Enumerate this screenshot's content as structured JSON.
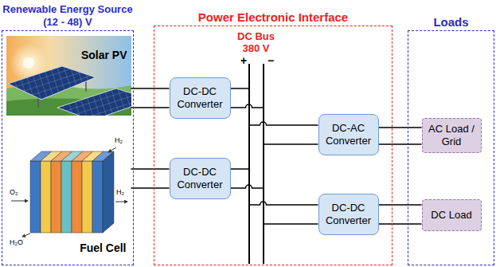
{
  "diagram": {
    "nodes": [
      {
        "text": [
          "Renewable Energy Source (12 - 48) V"
        ]
      },
      {
        "text": [
          "Solar PV"
        ],
        "in": 0
      },
      {
        "text": [
          "Fuel Cell"
        ],
        "in": 0
      },
      {
        "text": [
          "Power Electronic Interface"
        ]
      },
      {
        "text": [
          "DC-DC Converter"
        ],
        "in": 3
      },
      {
        "text": [
          "DC-DC Converter"
        ],
        "in": 3
      },
      {
        "text": [
          "DC Bus 380 V"
        ],
        "in": 3
      },
      {
        "text": [
          "DC-AC Converter"
        ],
        "in": 3
      },
      {
        "text": [
          "DC-DC Converter"
        ],
        "in": 3
      },
      {
        "text": [
          "Loads"
        ]
      },
      {
        "text": [
          "AC Load / Grid"
        ],
        "in": 9
      },
      {
        "text": [
          "DC Load"
        ],
        "in": 9
      }
    ],
    "edges": [
      {
        "from": 1,
        "to": 4,
        "arrow": "none"
      },
      {
        "from": 2,
        "to": 5,
        "arrow": "none"
      },
      {
        "from": 4,
        "to": 6,
        "arrow": "none"
      },
      {
        "from": 5,
        "to": 6,
        "arrow": "none"
      },
      {
        "from": 6,
        "to": 7,
        "arrow": "none"
      },
      {
        "from": 6,
        "to": 8,
        "arrow": "none"
      },
      {
        "from": 7,
        "to": 10,
        "arrow": "none"
      },
      {
        "from": 8,
        "to": 11,
        "arrow": "none"
      }
    ],
    "labels": [
      "+",
      "−",
      "H₂",
      "O₂",
      "H₂",
      "H₂O"
    ]
  }
}
